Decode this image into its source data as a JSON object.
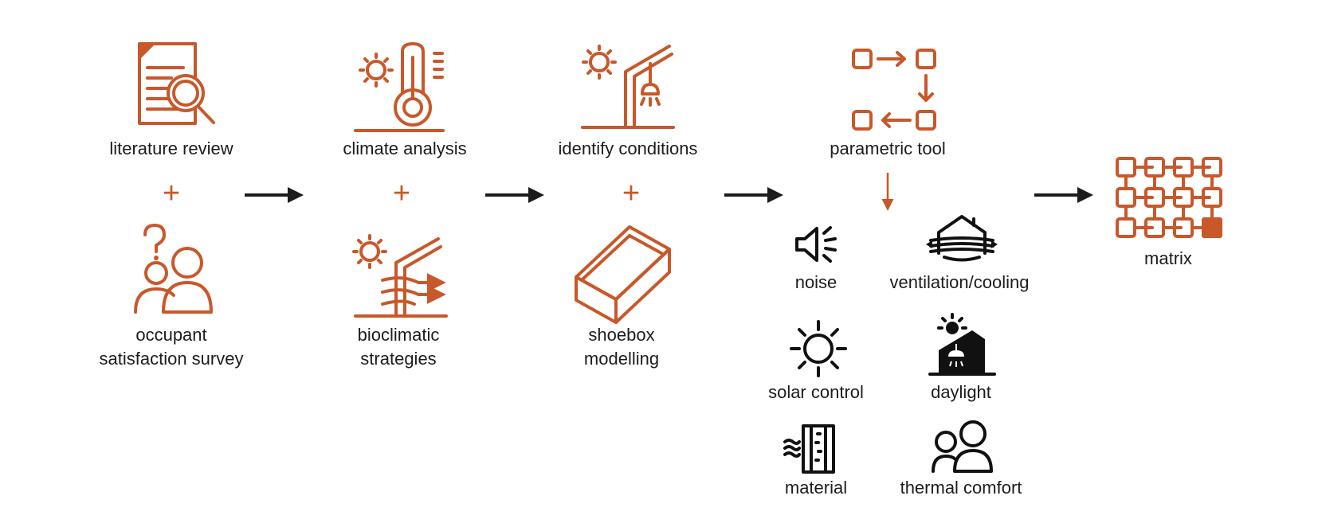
{
  "colors": {
    "accent": "#c8582a",
    "ink": "#111111",
    "arrow": "#1c1c1c"
  },
  "steps": {
    "literature_review": {
      "label": "literature review",
      "icon": "document-search-icon"
    },
    "occupant_survey": {
      "label_line1": "occupant",
      "label_line2": "satisfaction survey",
      "icon": "occupants-question-icon"
    },
    "climate_analysis": {
      "label": "climate analysis",
      "icon": "thermometer-sun-icon"
    },
    "bioclimatic": {
      "label_line1": "bioclimatic",
      "label_line2": "strategies",
      "icon": "building-wind-sun-icon"
    },
    "identify_conditions": {
      "label": "identify conditions",
      "icon": "building-lamp-sun-icon"
    },
    "shoebox": {
      "label_line1": "shoebox",
      "label_line2": "modelling",
      "icon": "shoebox-icon"
    },
    "parametric_tool": {
      "label": "parametric tool",
      "icon": "parametric-loop-icon"
    },
    "matrix": {
      "label": "matrix",
      "icon": "matrix-grid-icon"
    }
  },
  "parameters": {
    "noise": {
      "label": "noise",
      "icon": "speaker-icon"
    },
    "ventilation": {
      "label": "ventilation/cooling",
      "icon": "house-airflow-icon"
    },
    "solar": {
      "label": "solar control",
      "icon": "sun-icon"
    },
    "daylight": {
      "label": "daylight",
      "icon": "daylight-building-icon"
    },
    "material": {
      "label": "material",
      "icon": "wall-material-icon"
    },
    "thermal": {
      "label": "thermal comfort",
      "icon": "people-icon"
    }
  },
  "connectors": {
    "plus_symbol": "+"
  }
}
